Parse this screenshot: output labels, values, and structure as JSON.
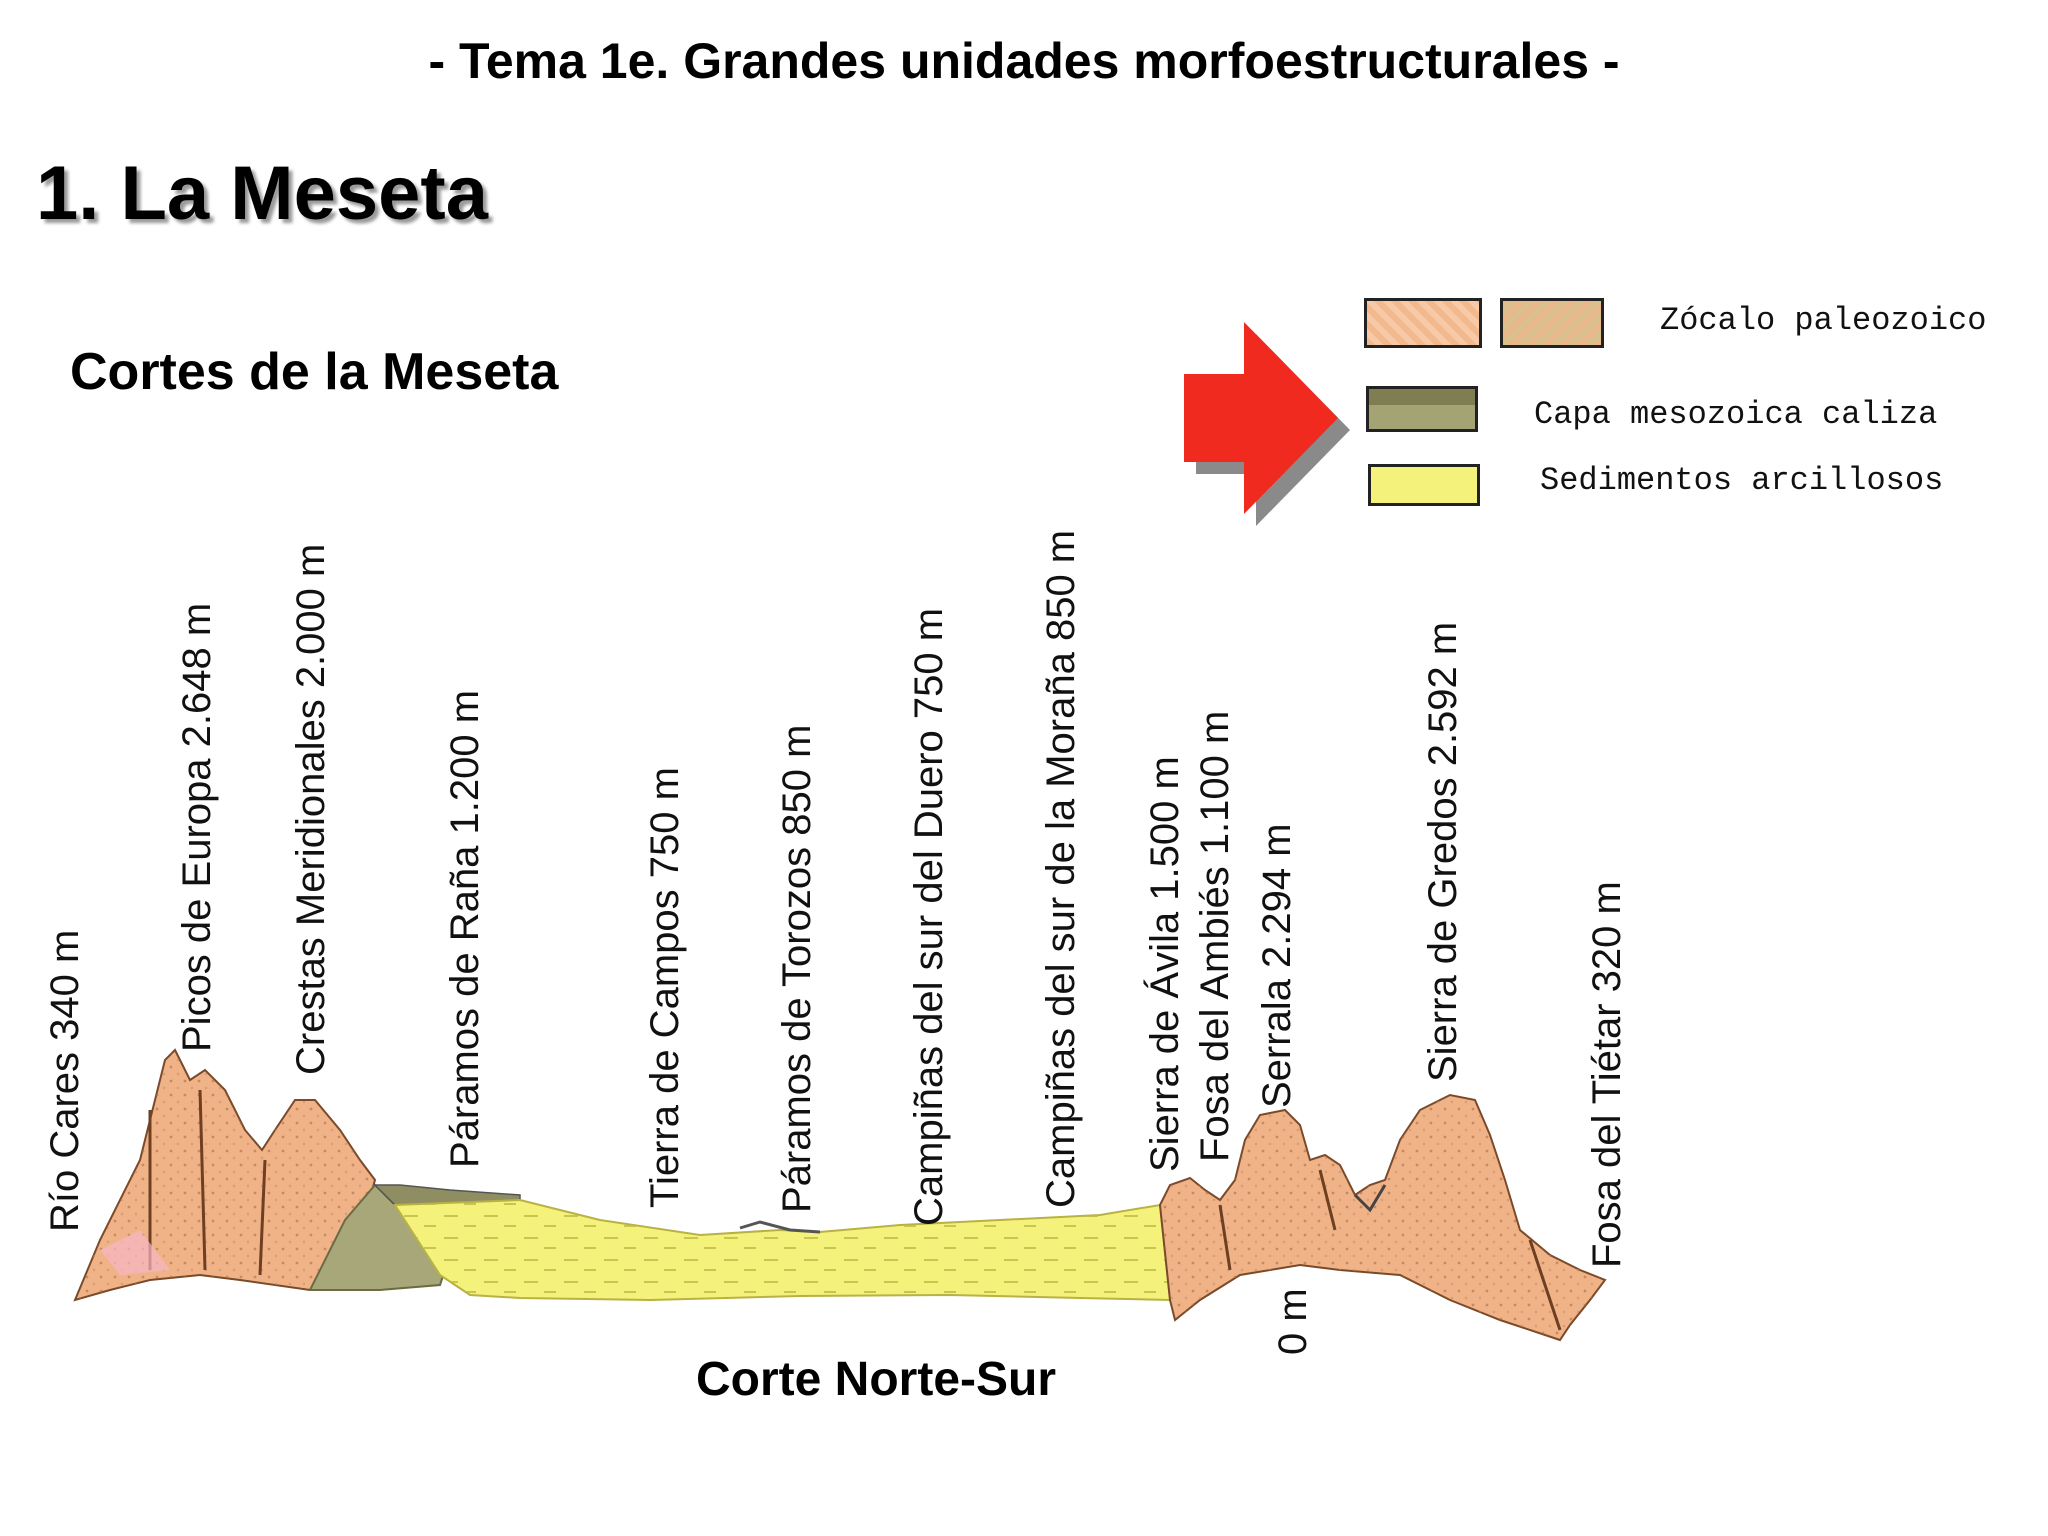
{
  "header": {
    "title": "- Tema 1e. Grandes unidades morfoestructurales -"
  },
  "section": {
    "title": "1. La Meseta"
  },
  "diagram": {
    "subtitle": "Cortes de la Meseta",
    "caption": "Corte Norte-Sur",
    "zero_label": "0 m",
    "labels": [
      "Río Cares 340 m",
      "Picos de Europa 2.648 m",
      "Crestas Meridionales 2.000 m",
      "Páramos de Raña 1.200 m",
      "Tierra de Campos 750 m",
      "Páramos de Torozos 850 m",
      "Campiñas del sur del Duero 750 m",
      "Campiñas del sur de la Moraña 850 m",
      "Sierra de Ávila 1.500 m",
      "Fosa del Ambiés 1.100 m",
      "Serrala 2.294 m",
      "Sierra de Gredos 2.592 m",
      "Fosa del Tiétar 320 m"
    ]
  },
  "legend": {
    "items": [
      {
        "label": "Zócalo paleozoico",
        "color": "#f2b98e"
      },
      {
        "label": "Capa mesozoica caliza",
        "color": "#9a9a6a"
      },
      {
        "label": "Sedimentos arcillosos",
        "color": "#f4f27a"
      }
    ],
    "arrow_color": "#f02a1e"
  }
}
